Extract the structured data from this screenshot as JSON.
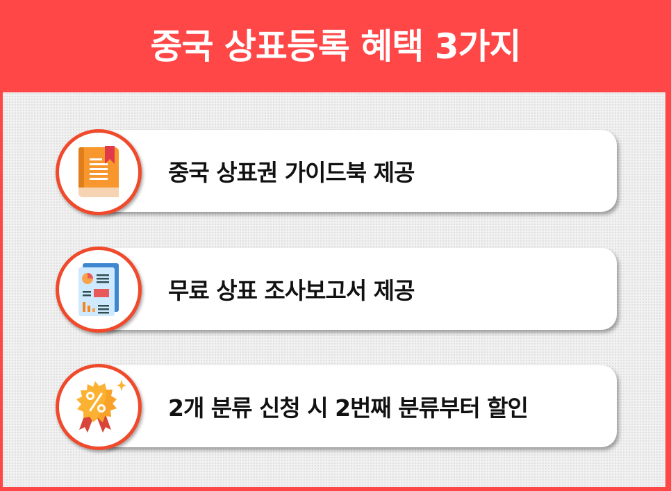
{
  "header": {
    "title": "중국 상표등록 혜택 3가지"
  },
  "colors": {
    "brand_red": "#ff4747",
    "circle_border": "#f04a2c",
    "card_bg": "#ffffff",
    "panel_bg": "#f1f1f1",
    "text": "#111111"
  },
  "benefits": [
    {
      "icon": "guidebook-icon",
      "label": "중국 상표권 가이드북 제공"
    },
    {
      "icon": "report-document-icon",
      "label": "무료 상표 조사보고서 제공"
    },
    {
      "icon": "discount-badge-icon",
      "label": "2개 분류 신청 시 2번째 분류부터 할인"
    }
  ],
  "icon_glyphs": {
    "discount_symbol": "%"
  }
}
